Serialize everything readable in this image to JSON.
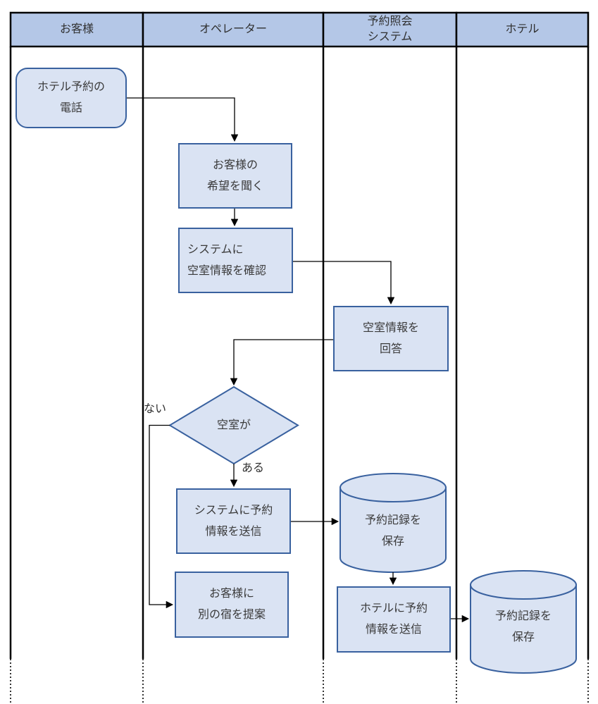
{
  "colors": {
    "header_fill": "#b4c7e7",
    "node_fill": "#dae3f3",
    "node_border": "#39619f",
    "line_color": "#000000",
    "text_color": "#3a3a3a"
  },
  "lanes": [
    {
      "label": "お客様"
    },
    {
      "label": "オペレーター"
    },
    {
      "label": "予約照会\nシステム"
    },
    {
      "label": "ホテル"
    }
  ],
  "nodes": {
    "start": {
      "label": "ホテル予約の\n電話",
      "type": "rounded",
      "lane": "お客様"
    },
    "listen": {
      "label": "お客様の\n希望を聞く",
      "type": "process",
      "lane": "オペレーター"
    },
    "check": {
      "label": "システムに\n空室情報を確認",
      "type": "process",
      "lane": "オペレーター"
    },
    "reply": {
      "label": "空室情報を\n回答",
      "type": "process",
      "lane": "予約照会システム"
    },
    "decision": {
      "label": "空室が",
      "type": "decision",
      "lane": "オペレーター"
    },
    "send": {
      "label": "システムに予約\n情報を送信",
      "type": "process",
      "lane": "オペレーター"
    },
    "save_system": {
      "label": "予約記録を\n保存",
      "type": "database",
      "lane": "予約照会システム"
    },
    "suggest": {
      "label": "お客様に\n別の宿を提案",
      "type": "process",
      "lane": "オペレーター"
    },
    "send_hotel": {
      "label": "ホテルに予約\n情報を送信",
      "type": "process",
      "lane": "予約照会システム"
    },
    "save_hotel": {
      "label": "予約記録を\n保存",
      "type": "database",
      "lane": "ホテル"
    }
  },
  "edge_labels": {
    "yes": "ある",
    "no": "ない"
  }
}
